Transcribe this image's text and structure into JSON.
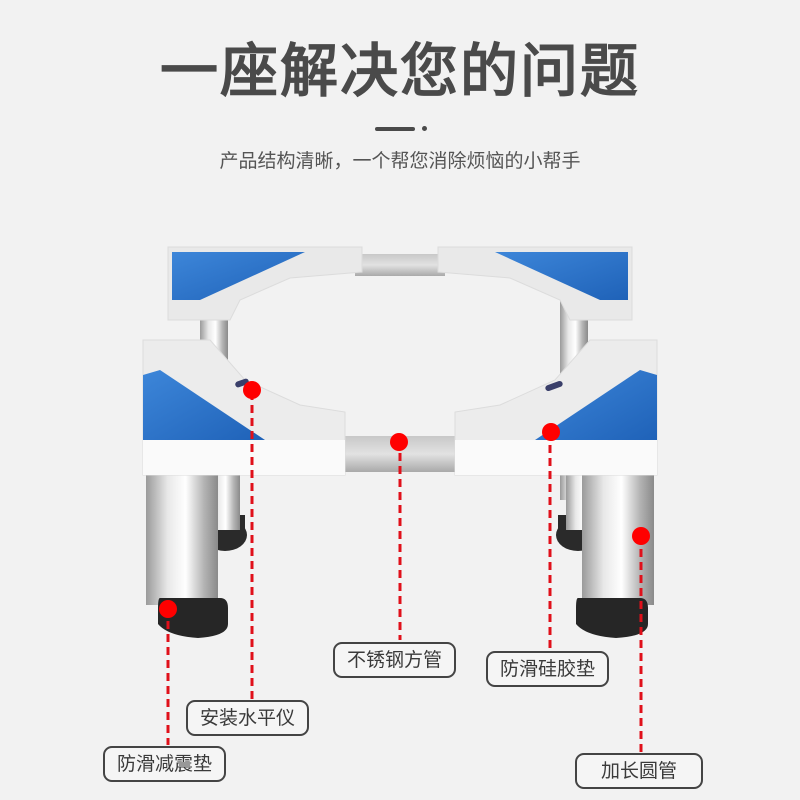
{
  "header": {
    "title": "一座解决您的问题",
    "subtitle": "产品结构清晰，一个帮您消除烦恼的小帮手"
  },
  "colors": {
    "background": "#f2f2f2",
    "title_text": "#4a4a4a",
    "pad_blue": "#2e74c9",
    "frame_white": "#f8f8f8",
    "callout_red": "#ff0000",
    "foot_black": "#2a2a2a"
  },
  "product": {
    "name": "washing-machine-stand",
    "callouts": [
      {
        "label": "安装水平仪",
        "target": "level-bubble"
      },
      {
        "label": "不锈钢方管",
        "target": "stainless-square-tube"
      },
      {
        "label": "防滑硅胶垫",
        "target": "anti-slip-silicone-pad"
      },
      {
        "label": "防滑减震垫",
        "target": "anti-slip-shock-foot"
      },
      {
        "label": "加长圆管",
        "target": "extended-round-tube"
      }
    ]
  }
}
